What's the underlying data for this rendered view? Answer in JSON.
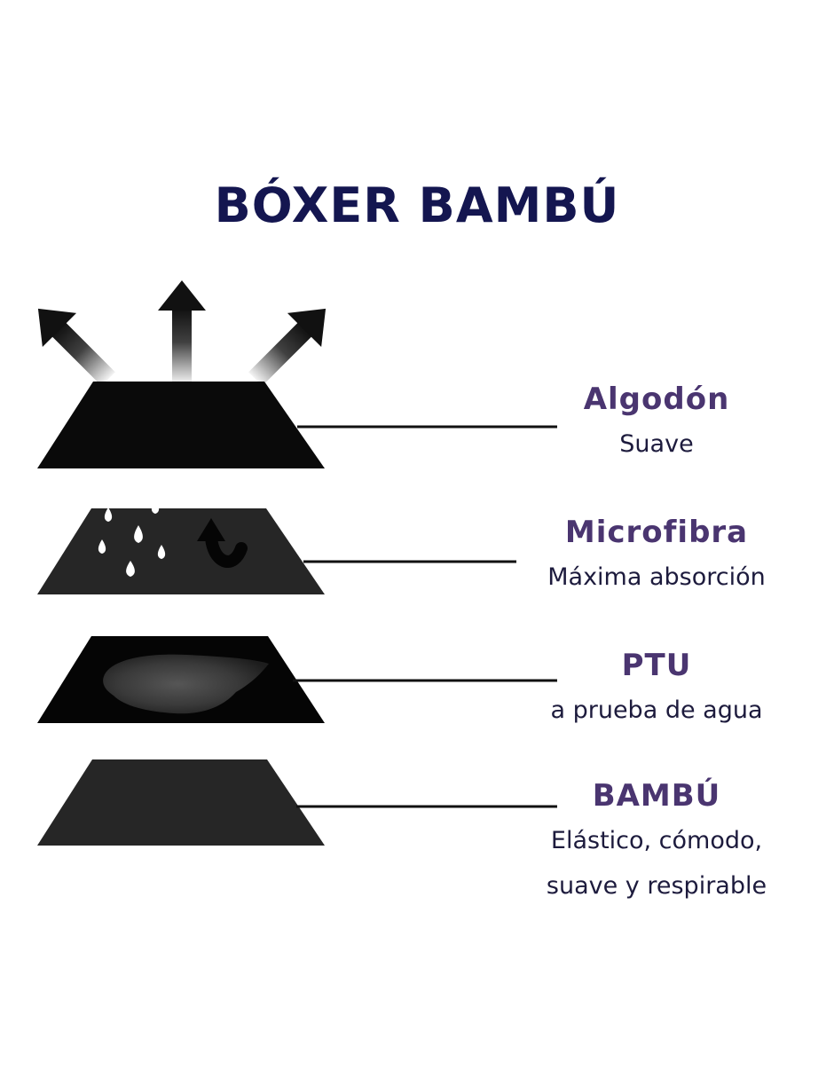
{
  "title": "BÓXER BAMBÚ",
  "layers": [
    {
      "name": "Algodón",
      "description_lines": [
        "Suave"
      ],
      "icon": "breathable-arrows-icon"
    },
    {
      "name": "Microfibra",
      "description_lines": [
        "Máxima absorción"
      ],
      "icon": "water-drops-icon"
    },
    {
      "name": "PTU",
      "description_lines": [
        "a prueba de agua"
      ],
      "icon": "water-puddle-icon"
    },
    {
      "name": "BAMBÚ",
      "description_lines": [
        "Elástico, cómodo,",
        "suave y respirable"
      ],
      "icon": ""
    }
  ],
  "colors": {
    "title": "#141650",
    "layer_name": "#4a3570",
    "description": "#1d1b3d",
    "layer_fill_dark": "#0a0a0a",
    "layer_fill_gray": "#262626"
  }
}
